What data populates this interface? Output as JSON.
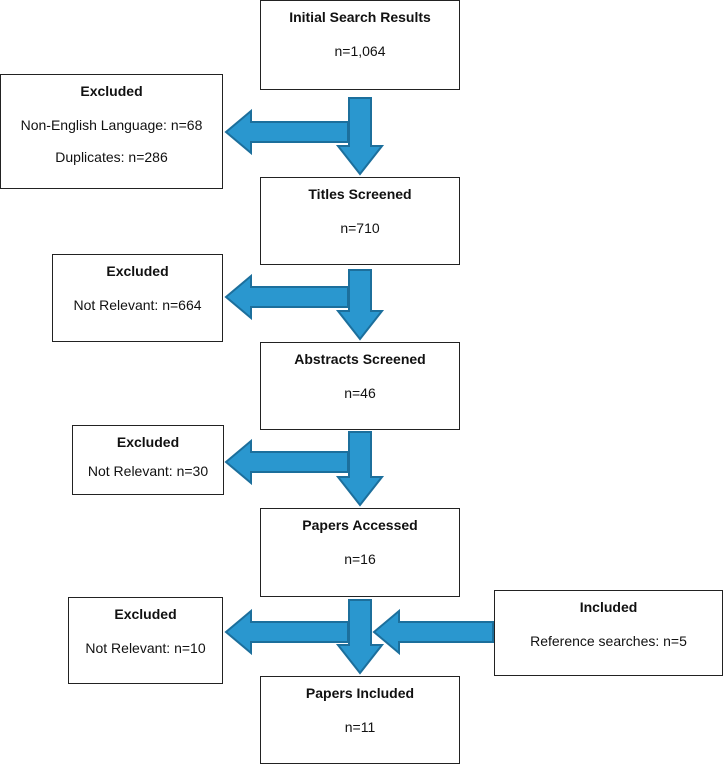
{
  "colors": {
    "arrow_fill": "#2a97cf",
    "arrow_stroke": "#1c6f9c",
    "box_border": "#222222"
  },
  "flow": {
    "initial": {
      "title": "Initial Search Results",
      "count": "n=1,064"
    },
    "titles": {
      "title": "Titles Screened",
      "count": "n=710"
    },
    "abstracts": {
      "title": "Abstracts Screened",
      "count": "n=46"
    },
    "papers_accessed": {
      "title": "Papers Accessed",
      "count": "n=16"
    },
    "papers_included": {
      "title": "Papers Included",
      "count": "n=11"
    }
  },
  "excluded": [
    {
      "title": "Excluded",
      "lines": [
        "Non-English Language: n=68",
        "Duplicates: n=286"
      ]
    },
    {
      "title": "Excluded",
      "lines": [
        "Not Relevant: n=664"
      ]
    },
    {
      "title": "Excluded",
      "lines": [
        "Not Relevant: n=30"
      ]
    },
    {
      "title": "Excluded",
      "lines": [
        "Not Relevant: n=10"
      ]
    }
  ],
  "included": {
    "title": "Included",
    "lines": [
      "Reference searches: n=5"
    ]
  }
}
